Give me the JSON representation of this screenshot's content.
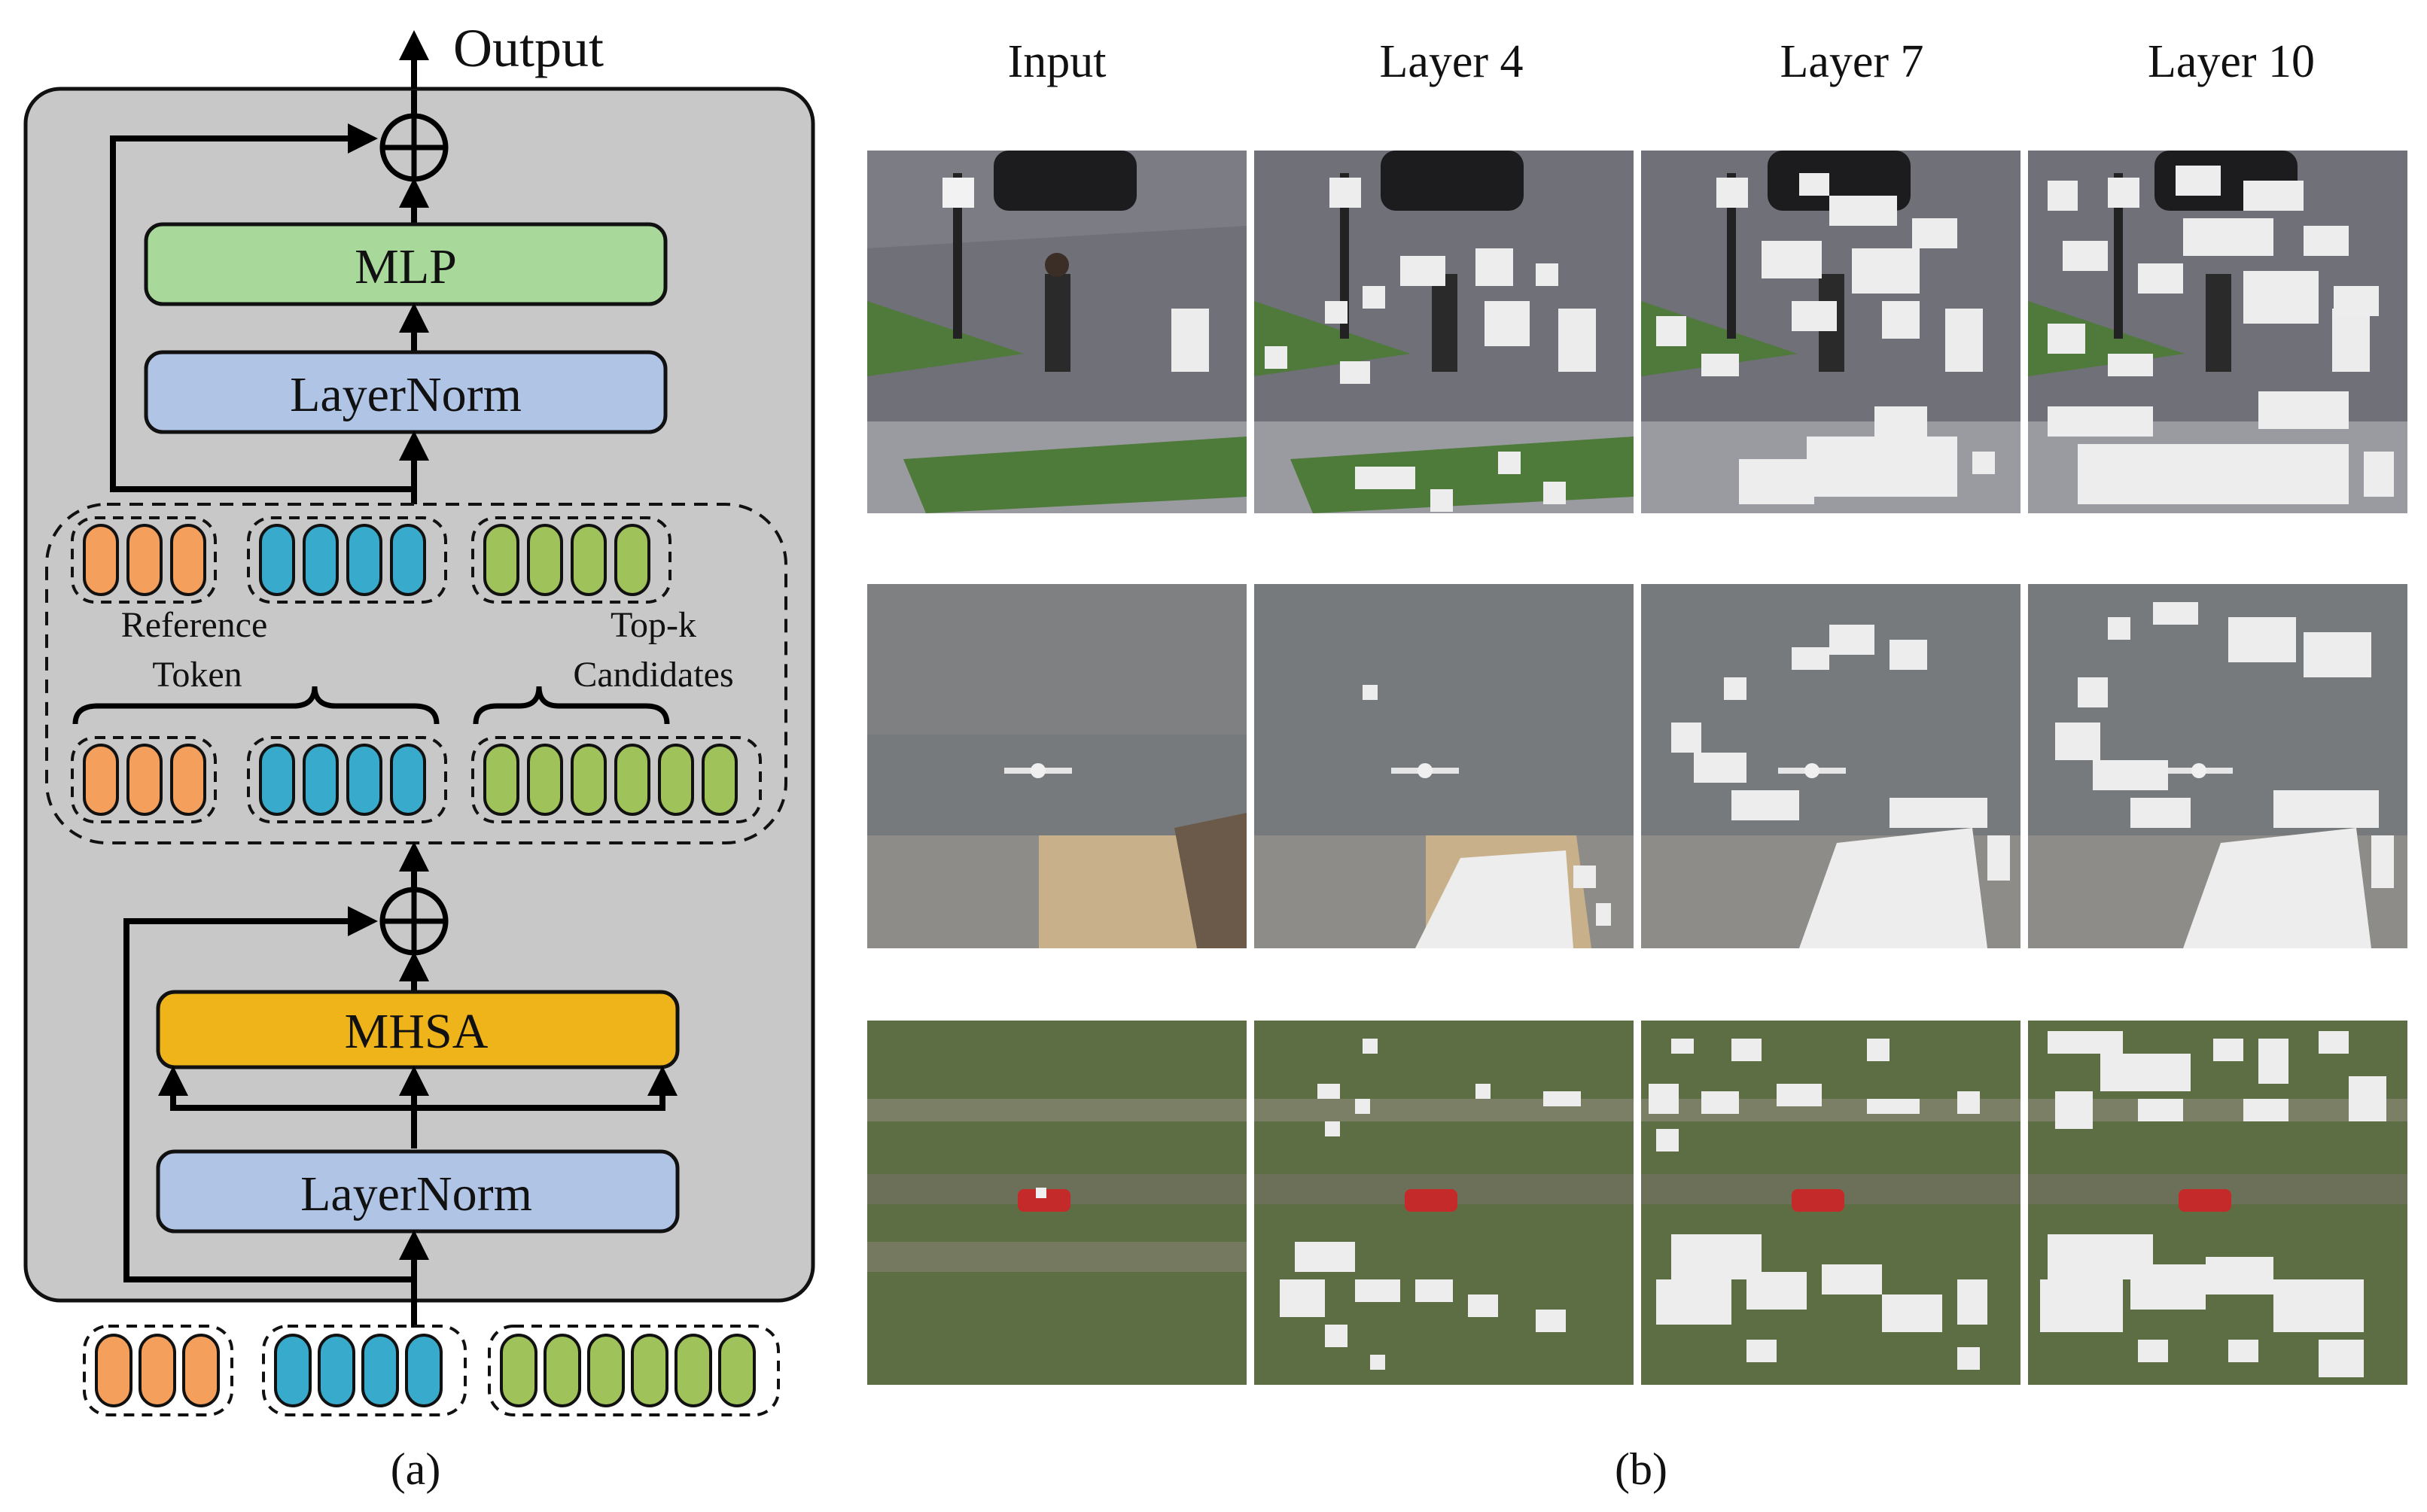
{
  "panel_a": {
    "output_label": "Output",
    "mlp_label": "MLP",
    "layernorm_top_label": "LayerNorm",
    "mhsa_label": "MHSA",
    "layernorm_bottom_label": "LayerNorm",
    "reference_label_line1": "Reference",
    "reference_label_line2": "Token",
    "topk_label_line1": "Top-k",
    "topk_label_line2": "Candidates",
    "caption": "(a)",
    "colors": {
      "block_bg": "#c8c8c8",
      "mlp": "#a8d89a",
      "layernorm": "#b0c4e6",
      "mhsa": "#eeb41a",
      "token_orange": "#f4a05c",
      "token_blue": "#38aacb",
      "token_green": "#9fc35a"
    }
  },
  "panel_b": {
    "column_headers": [
      "Input",
      "Layer 4",
      "Layer 7",
      "Layer 10"
    ],
    "rows": [
      "street-scene",
      "airplane-scene",
      "vehicle-scene"
    ],
    "caption": "(b)"
  }
}
